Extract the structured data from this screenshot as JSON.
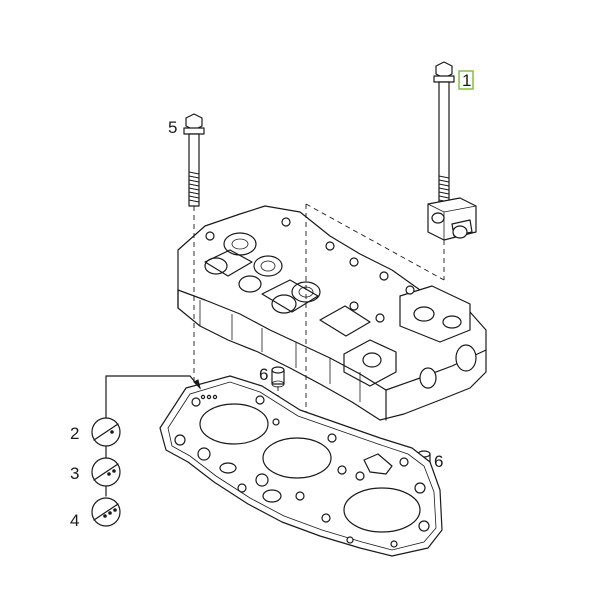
{
  "callouts": {
    "cylinder_head_bolt_long": "1",
    "gasket_type_2": "2",
    "gasket_type_3": "3",
    "gasket_type_4": "4",
    "cylinder_head_bolt_short": "5",
    "dowel_pin_left": "6",
    "dowel_pin_right": "6"
  },
  "colors": {
    "line": "#1a1a1a",
    "background": "#ffffff",
    "highlight_box": "#8bc34a"
  },
  "icons": {
    "gasket_type_2": "circle-one-notch",
    "gasket_type_3": "circle-two-notch",
    "gasket_type_4": "circle-three-notch"
  }
}
